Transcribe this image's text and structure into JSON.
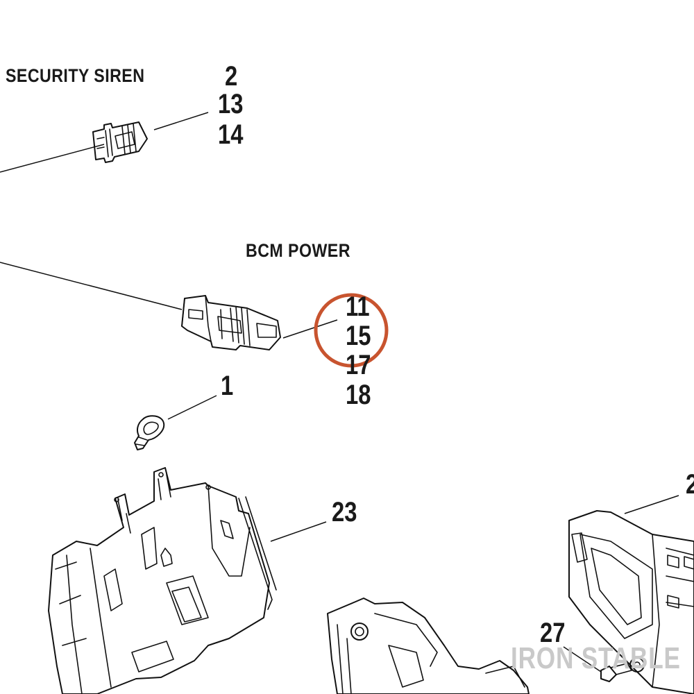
{
  "diagram": {
    "connectors": {
      "security_siren": {
        "title": "SECURITY SIREN",
        "callouts": [
          "2",
          "13",
          "14"
        ]
      },
      "bcm_power": {
        "title": "BCM POWER",
        "callouts": [
          "11",
          "15",
          "17",
          "18"
        ]
      }
    },
    "parts": {
      "clamp": "1",
      "bcm_bracket": "23",
      "mount_bracket": "2",
      "bolt": "27"
    },
    "highlight": {
      "target": "15",
      "color": "#c8542f"
    },
    "watermark": "IRON STABLE"
  }
}
